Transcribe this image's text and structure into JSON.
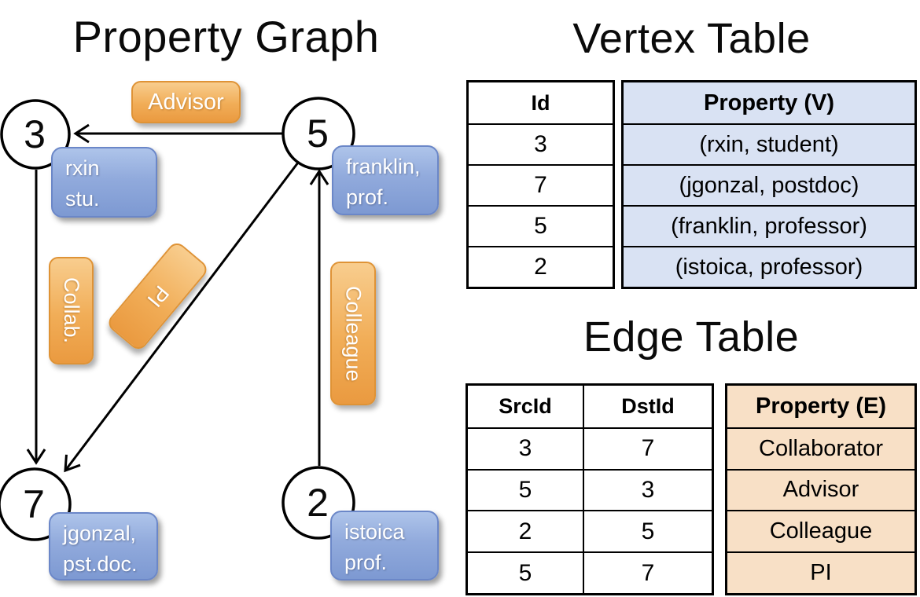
{
  "diagram": {
    "title": "Property Graph",
    "nodes": [
      {
        "id": "3",
        "line1": "rxin",
        "line2": "stu."
      },
      {
        "id": "5",
        "line1": "franklin,",
        "line2": "prof."
      },
      {
        "id": "7",
        "line1": "jgonzal,",
        "line2": "pst.doc."
      },
      {
        "id": "2",
        "line1": "istoica",
        "line2": "prof."
      }
    ],
    "edges": [
      {
        "label": "Advisor",
        "src": "5",
        "dst": "3"
      },
      {
        "label": "Collab.",
        "src": "3",
        "dst": "7"
      },
      {
        "label": "PI",
        "src": "5",
        "dst": "7"
      },
      {
        "label": "Colleague",
        "src": "2",
        "dst": "5"
      }
    ]
  },
  "vertex_table": {
    "title": "Vertex Table",
    "headers": {
      "id": "Id",
      "property": "Property (V)"
    },
    "rows": [
      {
        "id": "3",
        "property": "(rxin, student)"
      },
      {
        "id": "7",
        "property": "(jgonzal, postdoc)"
      },
      {
        "id": "5",
        "property": "(franklin, professor)"
      },
      {
        "id": "2",
        "property": "(istoica, professor)"
      }
    ]
  },
  "edge_table": {
    "title": "Edge Table",
    "headers": {
      "src": "SrcId",
      "dst": "DstId",
      "property": "Property (E)"
    },
    "rows": [
      {
        "src": "3",
        "dst": "7",
        "property": "Collaborator"
      },
      {
        "src": "5",
        "dst": "3",
        "property": "Advisor"
      },
      {
        "src": "2",
        "dst": "5",
        "property": "Colleague"
      },
      {
        "src": "5",
        "dst": "7",
        "property": "PI"
      }
    ]
  },
  "colors": {
    "edge_label_orange": "#EC9F45",
    "vertex_label_blue": "#7E9AD2",
    "vertex_property_fill": "#D9E2F3",
    "edge_property_fill": "#F8E0C6",
    "line_stroke": "#000000"
  }
}
